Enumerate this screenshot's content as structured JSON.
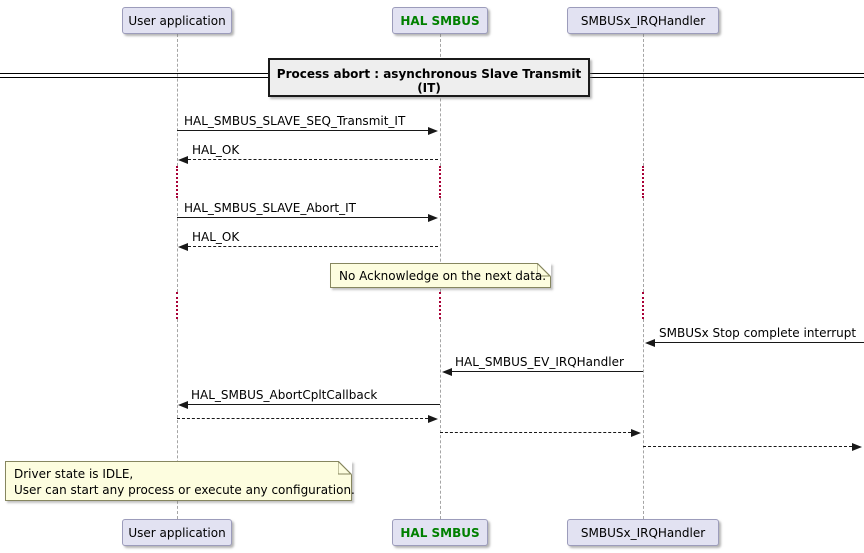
{
  "diagram": {
    "type": "sequence-diagram",
    "title": "Process abort : asynchronous Slave Transmit (IT)"
  },
  "participants": [
    {
      "label": "User application",
      "text_color": "#000000"
    },
    {
      "label": "HAL SMBUS",
      "text_color": "#008000"
    },
    {
      "label": "SMBUSx_IRQHandler",
      "text_color": "#000000"
    }
  ],
  "messages": [
    {
      "label": "HAL_SMBUS_SLAVE_SEQ_Transmit_IT",
      "from": "User application",
      "to": "HAL SMBUS",
      "line": "solid"
    },
    {
      "label": "HAL_OK",
      "from": "HAL SMBUS",
      "to": "User application",
      "line": "dashed"
    },
    {
      "label": "HAL_SMBUS_SLAVE_Abort_IT",
      "from": "User application",
      "to": "HAL SMBUS",
      "line": "solid"
    },
    {
      "label": "HAL_OK",
      "from": "HAL SMBUS",
      "to": "User application",
      "line": "dashed"
    },
    {
      "label": "SMBUSx Stop complete interrupt",
      "from": "outside-right",
      "to": "SMBUSx_IRQHandler",
      "line": "solid"
    },
    {
      "label": "HAL_SMBUS_EV_IRQHandler",
      "from": "SMBUSx_IRQHandler",
      "to": "HAL SMBUS",
      "line": "solid"
    },
    {
      "label": "HAL_SMBUS_AbortCpltCallback",
      "from": "HAL SMBUS",
      "to": "User application",
      "line": "solid"
    },
    {
      "label": "",
      "from": "User application",
      "to": "HAL SMBUS",
      "line": "dashed"
    },
    {
      "label": "",
      "from": "HAL SMBUS",
      "to": "SMBUSx_IRQHandler",
      "line": "dashed"
    },
    {
      "label": "",
      "from": "SMBUSx_IRQHandler",
      "to": "outside-right",
      "line": "dashed"
    }
  ],
  "notes": [
    {
      "lines": [
        "No Acknowledge on the next data."
      ],
      "attached_to": "HAL SMBUS"
    },
    {
      "lines": [
        "Driver state is IDLE,",
        "User can start any process or execute any configuration."
      ],
      "attached_to": "User application"
    }
  ],
  "colors": {
    "participant_fill": "#E2E2F2",
    "participant_border": "#9C9CBB",
    "hal_smbus_green": "#008000",
    "note_fill": "#FDFDDF",
    "note_border": "#86865F",
    "lifeline_gray": "#A5A5A5",
    "delay_red": "#A80036",
    "arrow_black": "#181818",
    "title_fill": "#EEEEEE"
  }
}
